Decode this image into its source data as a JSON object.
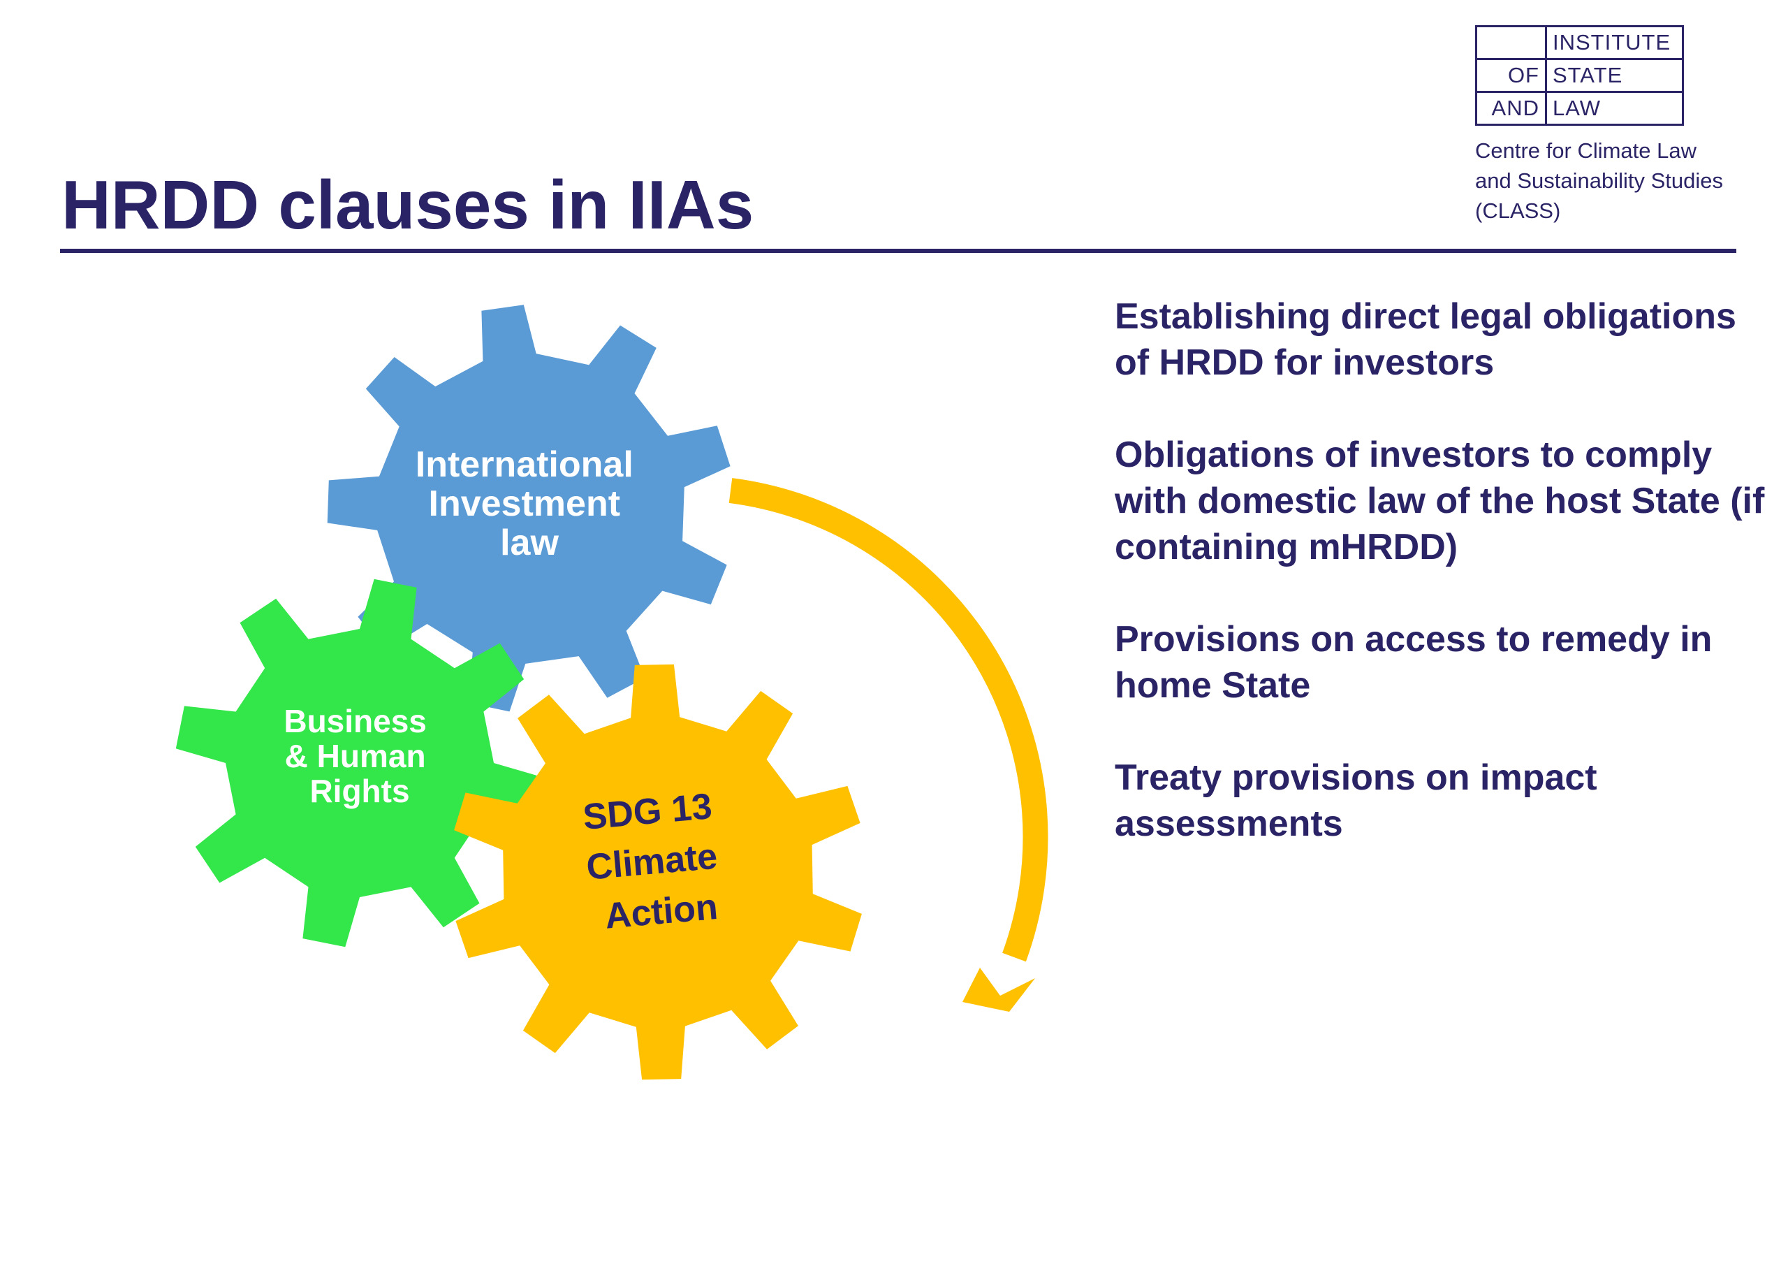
{
  "slide": {
    "title": "HRDD clauses in IIAs"
  },
  "logo": {
    "grid": [
      [
        "",
        "INSTITUTE"
      ],
      [
        "OF",
        "STATE"
      ],
      [
        "AND",
        "LAW"
      ]
    ],
    "subtitle_lines": [
      "Centre for Climate Law",
      "and Sustainability Studies",
      "(CLASS)"
    ]
  },
  "gears": [
    {
      "lines": [
        "International",
        "Investment",
        "law"
      ],
      "color": "#5b9bd5",
      "text_color": "#ffffff"
    },
    {
      "lines": [
        "Business",
        "& Human",
        "Rights"
      ],
      "color": "#33e64a",
      "text_color": "#ffffff"
    },
    {
      "lines": [
        "SDG 13",
        "Climate",
        "Action"
      ],
      "color": "#ffc000",
      "text_color": "#2a2466"
    }
  ],
  "arrow_color": "#ffc000",
  "bullets": [
    "Establishing direct legal obligations of HRDD for investors",
    "Obligations of investors to comply with domestic law of the host State (if containing mHRDD)",
    "Provisions on access to remedy in home State",
    "Treaty provisions on impact assessments"
  ]
}
